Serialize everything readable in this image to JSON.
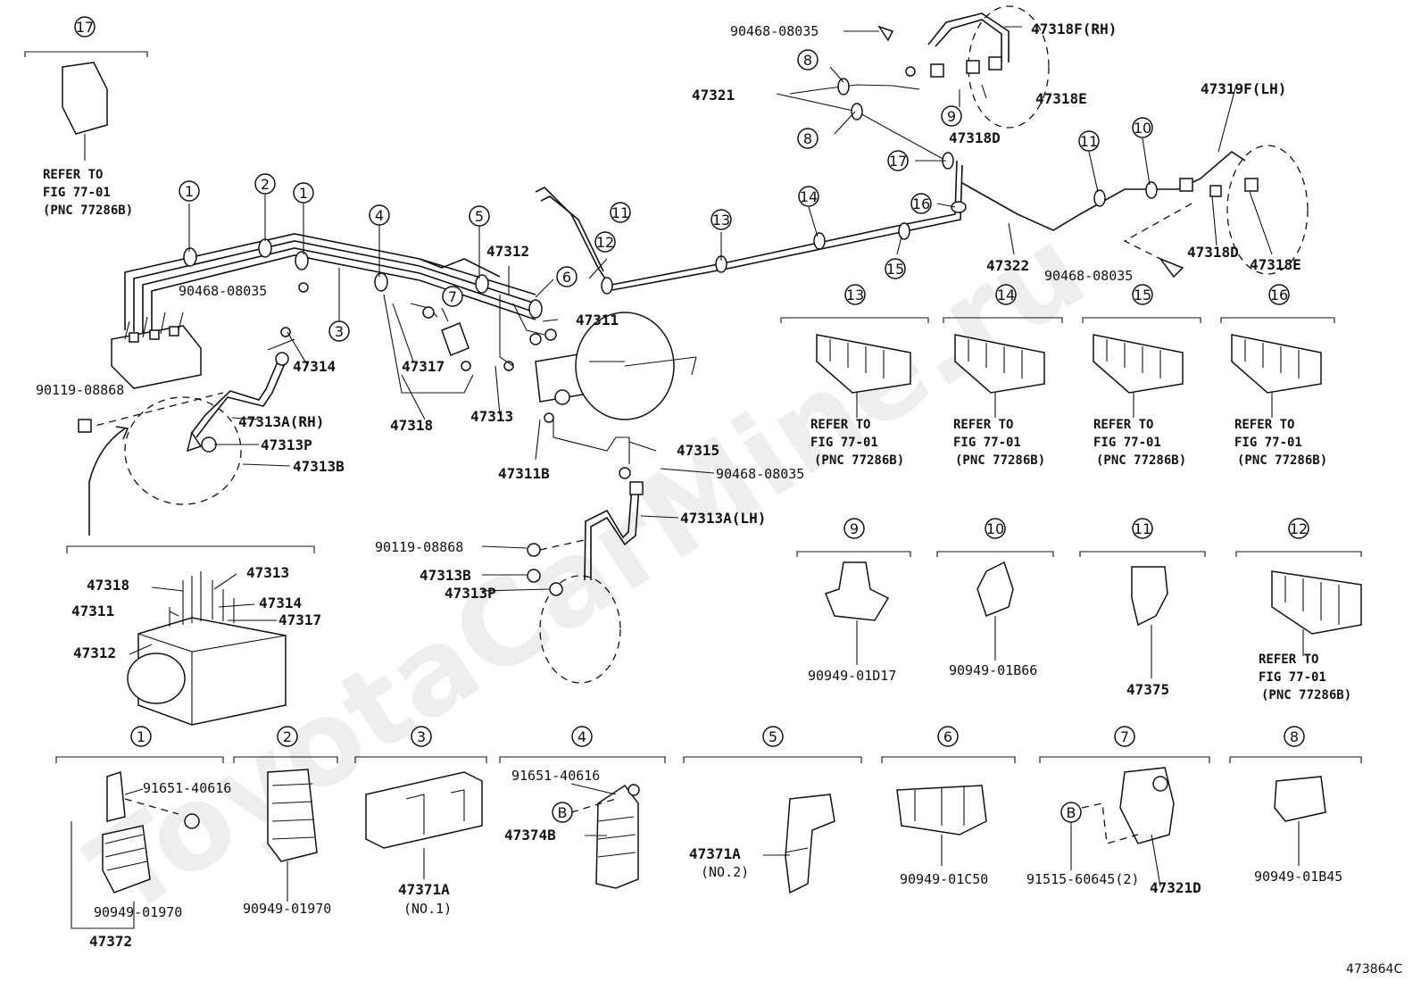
{
  "watermark": "ToyotaCarMine.ru",
  "drawing_code": "473864C",
  "callouts": {
    "c1": "1",
    "c2": "2",
    "c3": "3",
    "c4": "4",
    "c5": "5",
    "c6": "6",
    "c7": "7",
    "c8": "8",
    "c9": "9",
    "c10": "10",
    "c11": "11",
    "c12": "12",
    "c13": "13",
    "c14": "14",
    "c15": "15",
    "c16": "16",
    "c17": "17"
  },
  "refer": {
    "line1": "REFER TO",
    "line2": "FIG 77-01",
    "line3": "(PNC 77286B)"
  },
  "labels": {
    "p90468_08035": "90468-08035",
    "p47318F_RH": "47318F(RH)",
    "p47318E": "47318E",
    "p47318D": "47318D",
    "p47321": "47321",
    "p47319F_LH": "47319F(LH)",
    "p47322": "47322",
    "p47312": "47312",
    "p47311": "47311",
    "p47314": "47314",
    "p47317": "47317",
    "p47318": "47318",
    "p47313": "47313",
    "p47311B": "47311B",
    "p47315": "47315",
    "p90119_08868": "90119-08868",
    "p47313A_RH": "47313A(RH)",
    "p47313P": "47313P",
    "p47313B": "47313B",
    "p47313A_LH": "47313A(LH)",
    "p90949_01D17": "90949-01D17",
    "p90949_01B66": "90949-01B66",
    "p47375": "47375",
    "p91651_40616": "91651-40616",
    "p90949_01970": "90949-01970",
    "p47372": "47372",
    "p47371A": "47371A",
    "p_no1": "(NO.1)",
    "p47374B": "47374B",
    "p_no2": "(NO.2)",
    "p90949_01C50": "90949-01C50",
    "p91515_60645_2": "91515-60645(2)",
    "p47321D": "47321D",
    "p90949_01B45": "90949-01B45",
    "letterB": "B"
  }
}
